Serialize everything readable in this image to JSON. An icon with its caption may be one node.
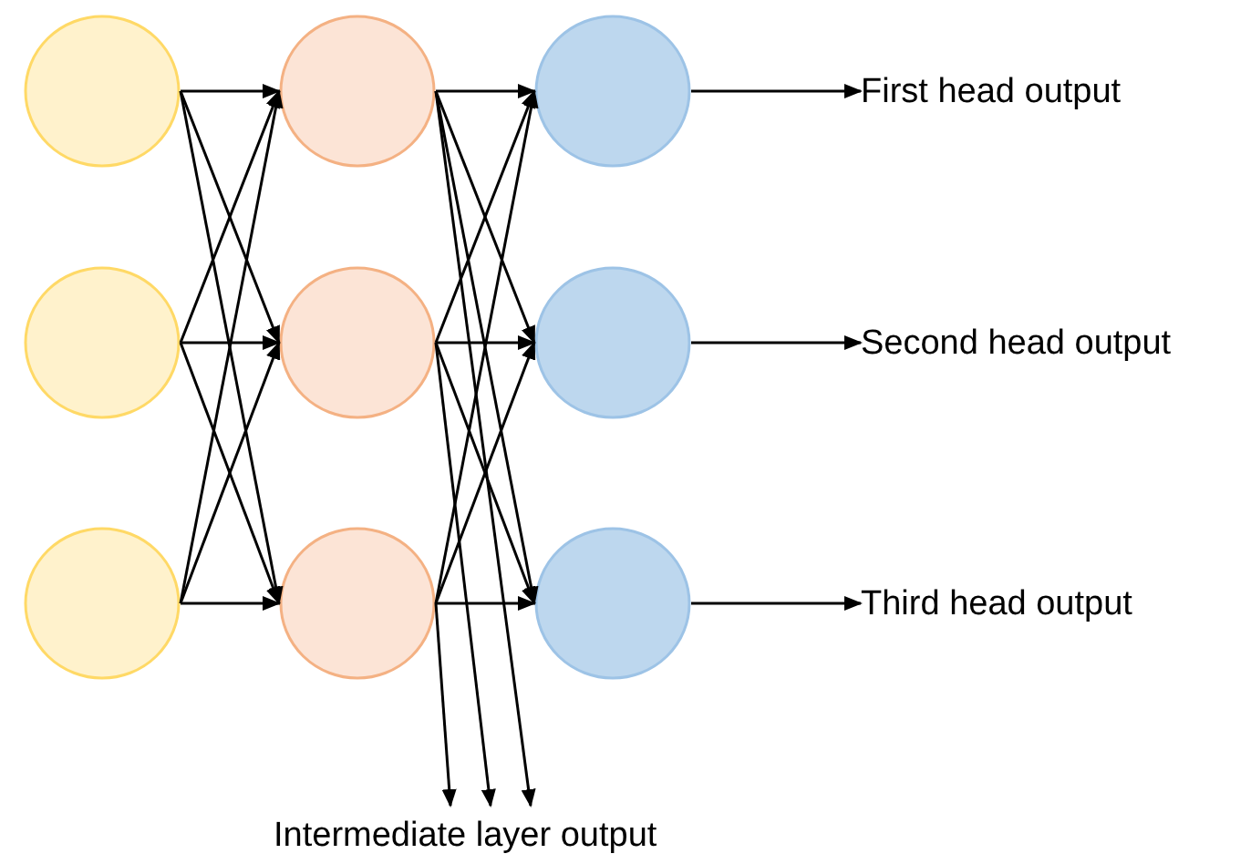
{
  "diagram": {
    "nodes": [
      {
        "text": [],
        "shape": "circle"
      },
      {
        "text": [],
        "shape": "circle"
      },
      {
        "text": [],
        "shape": "circle"
      },
      {
        "text": [],
        "shape": "circle"
      },
      {
        "text": [],
        "shape": "circle"
      },
      {
        "text": [],
        "shape": "circle"
      },
      {
        "text": [],
        "shape": "circle"
      },
      {
        "text": [],
        "shape": "circle"
      },
      {
        "text": [],
        "shape": "circle"
      },
      {
        "text": [
          "First head output"
        ]
      },
      {
        "text": [
          "Second head output"
        ]
      },
      {
        "text": [
          "Third head output"
        ]
      },
      {
        "text": [
          "Intermediate layer output"
        ]
      }
    ],
    "edges": [
      {
        "from": 0,
        "to": 3,
        "arrow": "to"
      },
      {
        "from": 0,
        "to": 4,
        "arrow": "to"
      },
      {
        "from": 0,
        "to": 5,
        "arrow": "to"
      },
      {
        "from": 1,
        "to": 3,
        "arrow": "to"
      },
      {
        "from": 1,
        "to": 4,
        "arrow": "to"
      },
      {
        "from": 1,
        "to": 5,
        "arrow": "to"
      },
      {
        "from": 2,
        "to": 3,
        "arrow": "to"
      },
      {
        "from": 2,
        "to": 4,
        "arrow": "to"
      },
      {
        "from": 2,
        "to": 5,
        "arrow": "to"
      },
      {
        "from": 3,
        "to": 6,
        "arrow": "to"
      },
      {
        "from": 3,
        "to": 7,
        "arrow": "to"
      },
      {
        "from": 3,
        "to": 8,
        "arrow": "to"
      },
      {
        "from": 4,
        "to": 6,
        "arrow": "to"
      },
      {
        "from": 4,
        "to": 7,
        "arrow": "to"
      },
      {
        "from": 4,
        "to": 8,
        "arrow": "to"
      },
      {
        "from": 5,
        "to": 6,
        "arrow": "to"
      },
      {
        "from": 5,
        "to": 7,
        "arrow": "to"
      },
      {
        "from": 5,
        "to": 8,
        "arrow": "to"
      },
      {
        "from": 6,
        "to": 9,
        "arrow": "to"
      },
      {
        "from": 7,
        "to": 10,
        "arrow": "to"
      },
      {
        "from": 8,
        "to": 11,
        "arrow": "to"
      },
      {
        "from": 3,
        "to": 12,
        "arrow": "to"
      },
      {
        "from": 4,
        "to": 12,
        "arrow": "to"
      },
      {
        "from": 5,
        "to": 12,
        "arrow": "to"
      }
    ]
  }
}
